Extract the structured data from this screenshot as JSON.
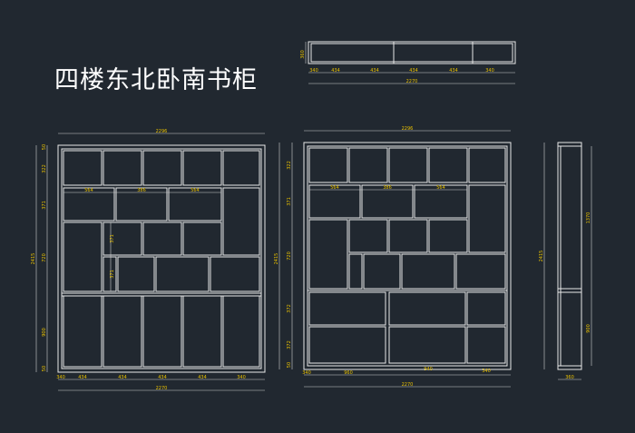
{
  "title": "四楼东北卧南书柜",
  "top_view": {
    "depth": "360",
    "segments": [
      "340",
      "434",
      "434",
      "434",
      "434",
      "340"
    ],
    "total": "2270"
  },
  "front_a": {
    "overall_width": "2296",
    "overall_height": "2415",
    "left_heights": [
      "50",
      "322",
      "371",
      "720",
      "900",
      "50"
    ],
    "row2_widths": [
      "564",
      "386",
      "564"
    ],
    "mid_heights": [
      "371",
      "371"
    ],
    "bottom_widths": [
      "340",
      "434",
      "434",
      "434",
      "434",
      "340"
    ],
    "bottom_total": "2270"
  },
  "front_b": {
    "overall_width": "2296",
    "overall_height": "2415",
    "left_heights": [
      "322",
      "371",
      "720",
      "372",
      "372",
      "50"
    ],
    "row2_widths": [
      "564",
      "386",
      "564"
    ],
    "bottom_widths": [
      "340",
      "960",
      "940",
      "340"
    ],
    "bottom_total": "2270"
  },
  "side": {
    "heights": [
      "1370",
      "900"
    ],
    "total": "2415",
    "width": "360"
  }
}
